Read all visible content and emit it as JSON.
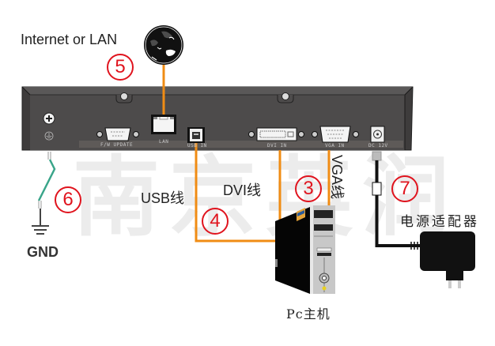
{
  "watermark": "南京英润",
  "network": {
    "label": "Internet or LAN",
    "globe_icon": "globe-icon",
    "step": "5"
  },
  "device": {
    "ports": [
      {
        "name": "F/W UPDATE",
        "icon": "db9-serial-port-icon"
      },
      {
        "name": "LAN",
        "icon": "rj45-port-icon"
      },
      {
        "name": "USB IN",
        "icon": "usb-b-port-icon"
      },
      {
        "name": "DVI IN",
        "icon": "dvi-port-icon"
      },
      {
        "name": "VGA IN",
        "icon": "vga-port-icon"
      },
      {
        "name": "DC 12V",
        "icon": "dc-jack-icon"
      }
    ],
    "ground_screw_icon": "ground-screw-icon",
    "ground_symbol_icon": "ground-symbol-icon"
  },
  "cables": {
    "usb_label": "USB线",
    "dvi_label": "DVI线",
    "vga_label": "VGA线",
    "color": "#f08c14"
  },
  "steps": {
    "ground": "6",
    "usb": "4",
    "video": "3",
    "power": "7"
  },
  "ground": {
    "label": "GND",
    "wire_color": "#3aa58a"
  },
  "pc": {
    "label": "Pc主机",
    "icon": "pc-tower-icon"
  },
  "power": {
    "label": "电源适配器",
    "icon": "power-adapter-icon"
  },
  "colors": {
    "step_red": "#e0141e",
    "panel": "#4a4848",
    "cable_orange": "#f08c14"
  }
}
